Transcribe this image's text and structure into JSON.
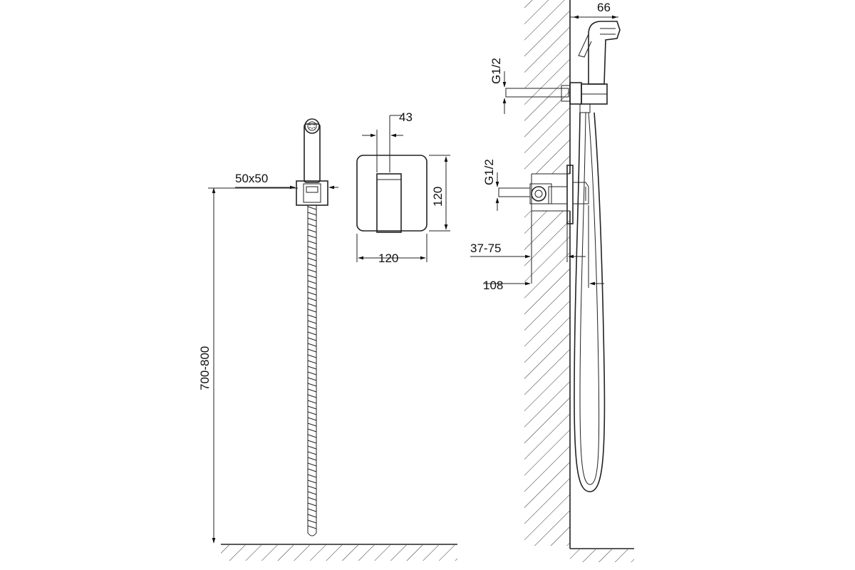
{
  "dimensions": {
    "holder_size": "50x50",
    "mount_height": "700-800",
    "panel_depth": "43",
    "panel_height": "120",
    "panel_width": "120",
    "spray_length": "66",
    "thread_top": "G1/2",
    "thread_mixer": "G1/2",
    "wall_range": "37-75",
    "projection": "108"
  }
}
